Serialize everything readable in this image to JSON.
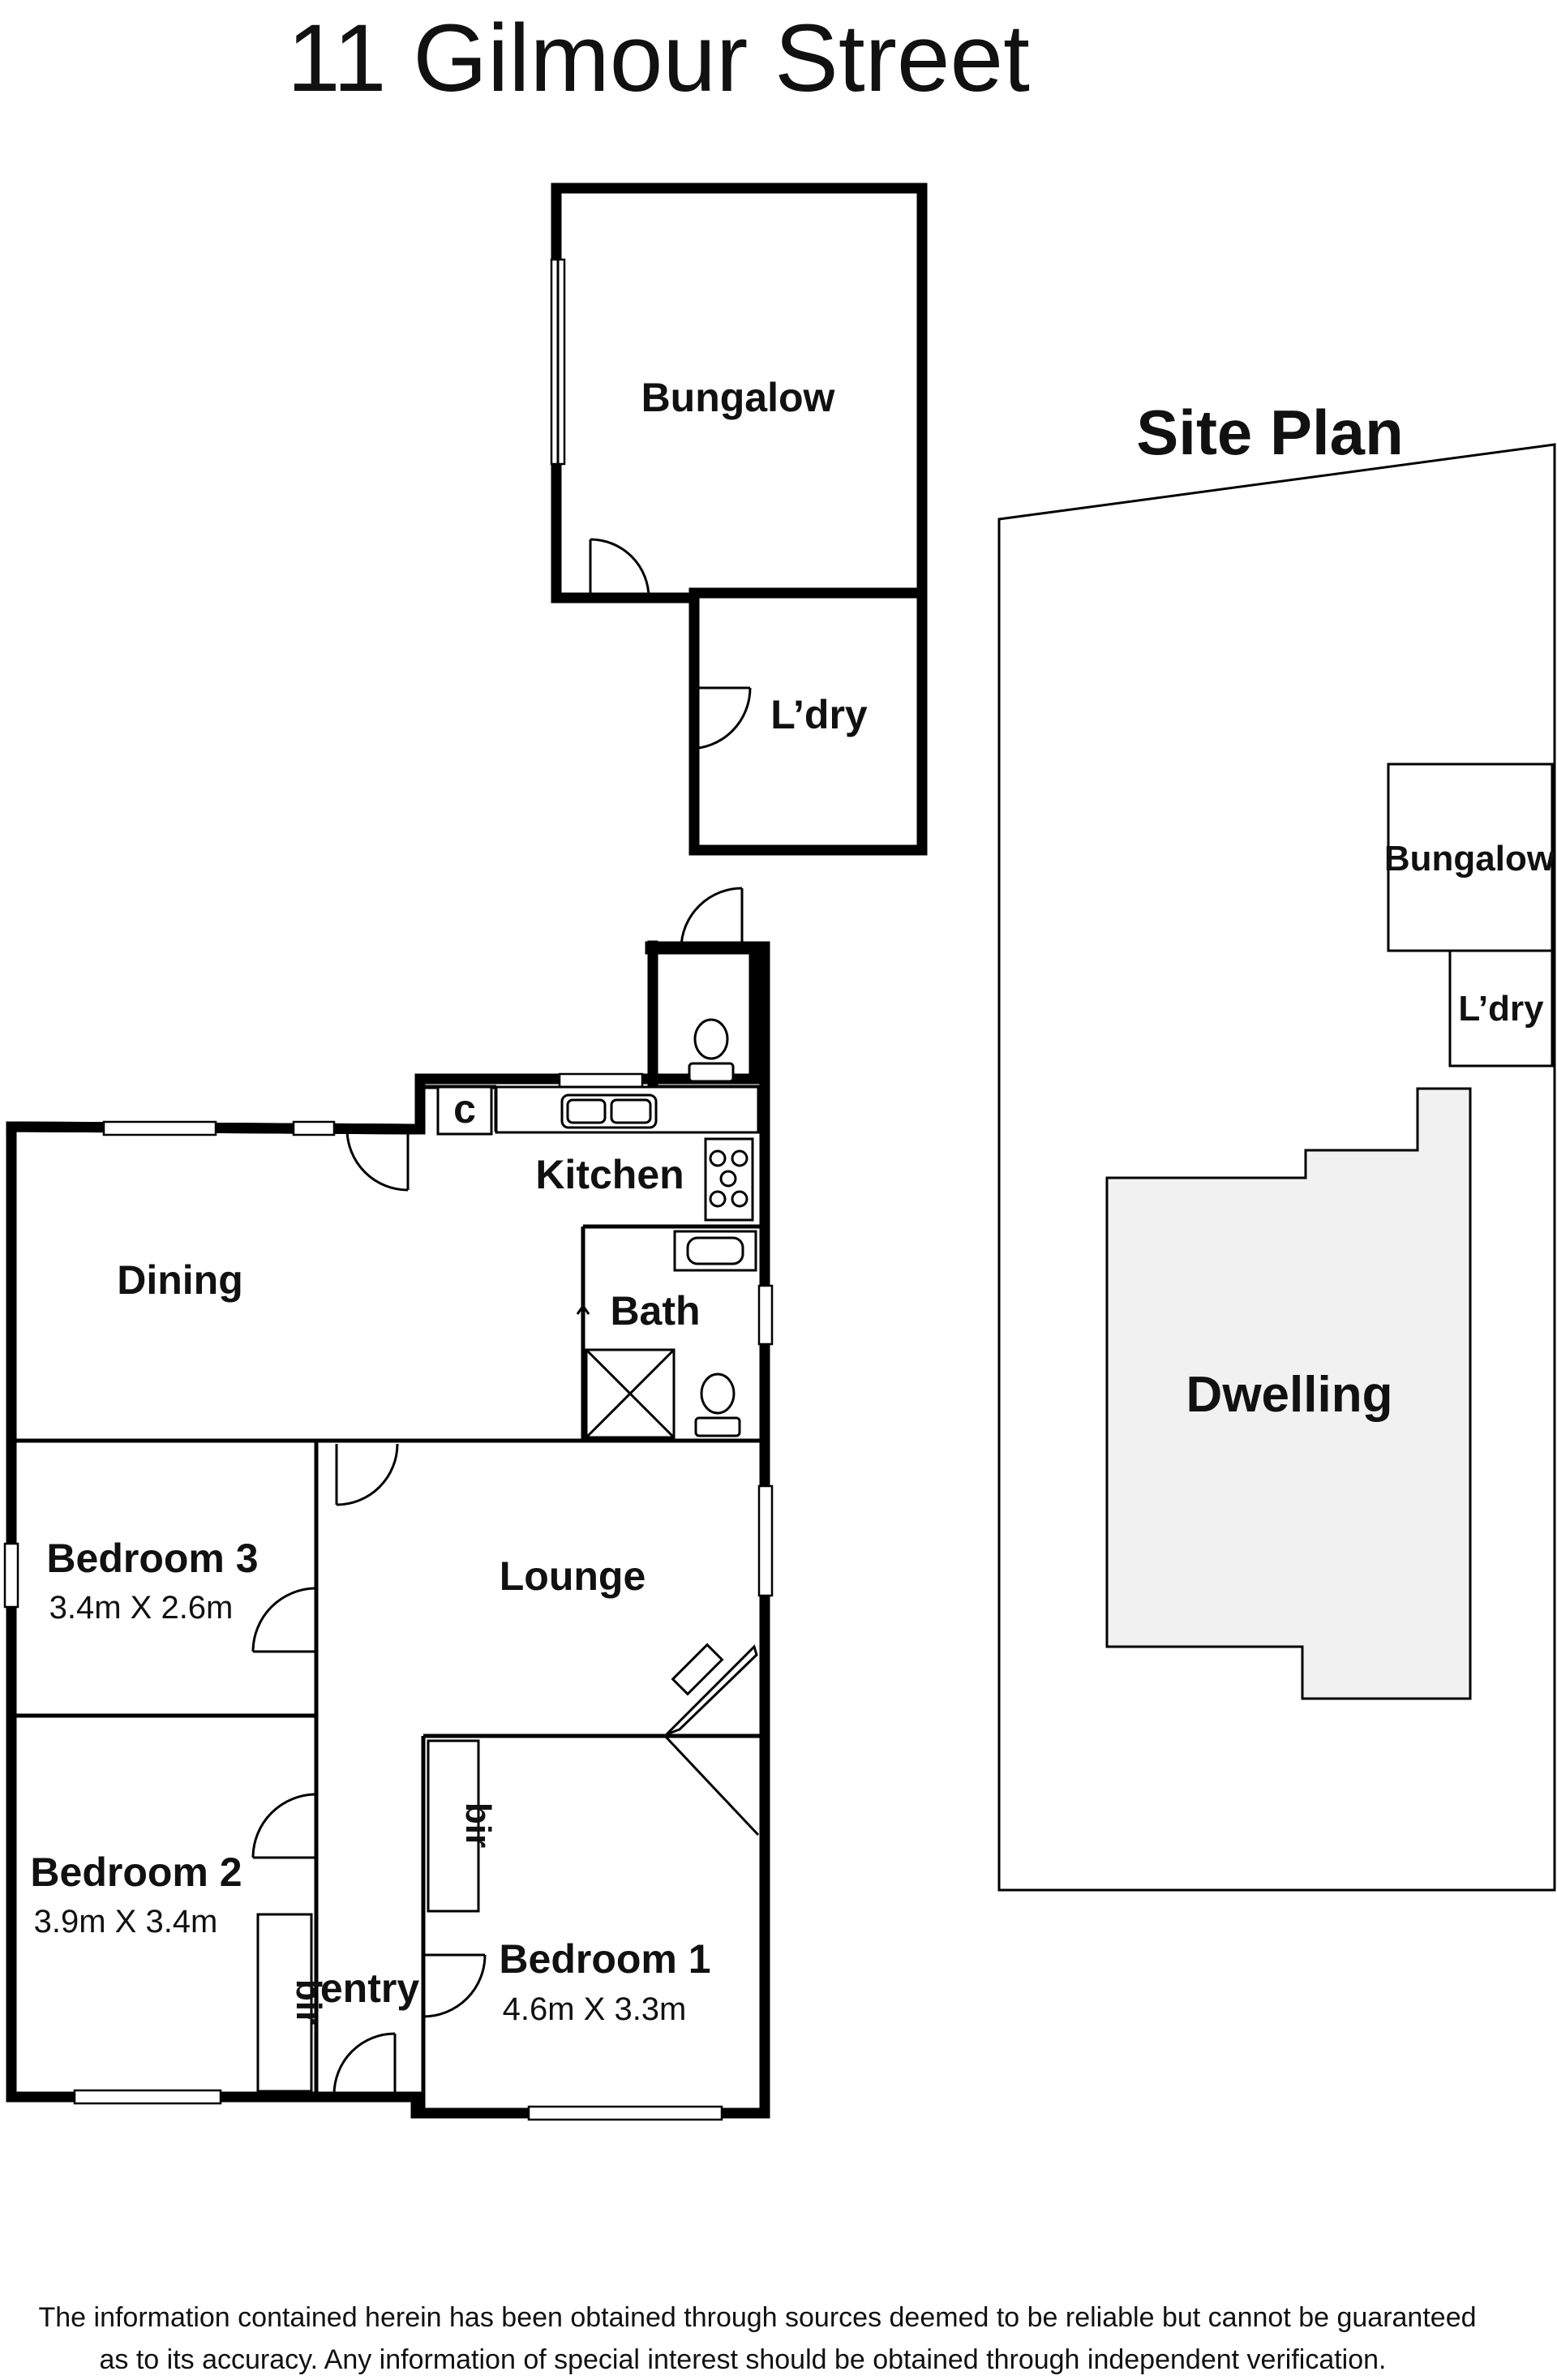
{
  "title": "11 Gilmour Street",
  "rooms": {
    "bungalow": "Bungalow",
    "laundry": "L’dry",
    "kitchen": "Kitchen",
    "cupboard": "c",
    "dining": "Dining",
    "bath": "Bath",
    "lounge": "Lounge",
    "bedroom3": {
      "name": "Bedroom 3",
      "size": "3.4m X 2.6m"
    },
    "bedroom2": {
      "name": "Bedroom 2",
      "size": "3.9m X 3.4m"
    },
    "bedroom1": {
      "name": "Bedroom 1",
      "size": "4.6m X 3.3m"
    },
    "bir_bed1": "bir",
    "bir_bed2": "bir",
    "entry": "entry"
  },
  "site_plan": {
    "heading": "Site Plan",
    "bungalow": "Bungalow",
    "laundry": "L’dry",
    "dwelling": "Dwelling"
  },
  "disclaimer": {
    "line1": "The information contained herein has been obtained through sources deemed to be reliable but cannot be guaranteed",
    "line2": "as to its accuracy.  Any information of special interest should be obtained through independent verification."
  }
}
